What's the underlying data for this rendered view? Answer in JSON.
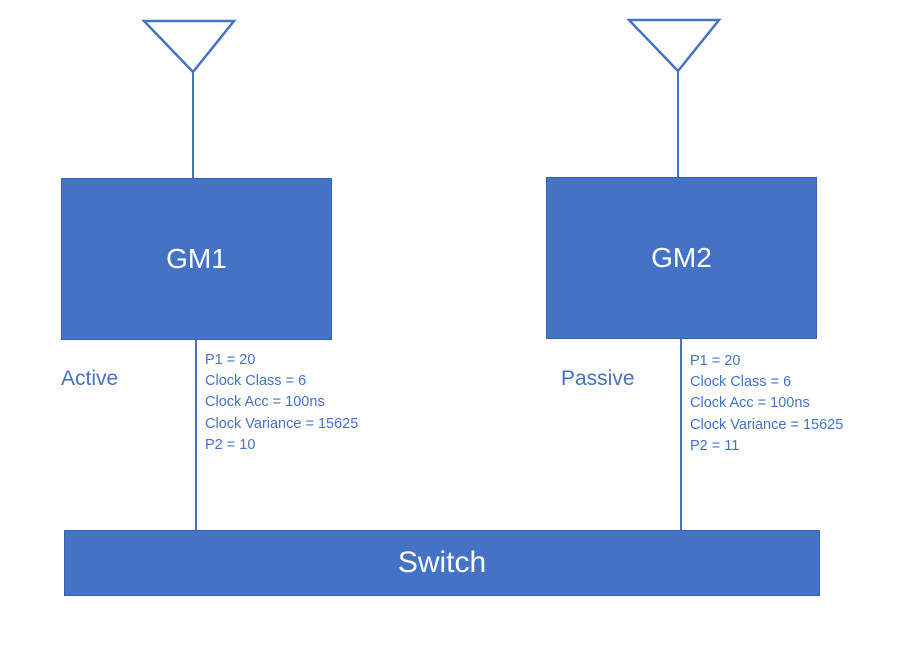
{
  "gm1": {
    "label": "GM1",
    "state": "Active",
    "attributes": [
      "P1 = 20",
      "Clock Class = 6",
      "Clock Acc = 100ns",
      "Clock Variance = 15625",
      "P2 = 10"
    ]
  },
  "gm2": {
    "label": "GM2",
    "state": "Passive",
    "attributes": [
      "P1 = 20",
      "Clock Class = 6",
      "Clock Acc = 100ns",
      "Clock Variance = 15625",
      "P2 = 11"
    ]
  },
  "switch": {
    "label": "Switch"
  },
  "colors": {
    "box_fill": "#4472C4",
    "line": "#4472C4",
    "box_text": "#FFFFFF",
    "label_text": "#4472C4"
  }
}
